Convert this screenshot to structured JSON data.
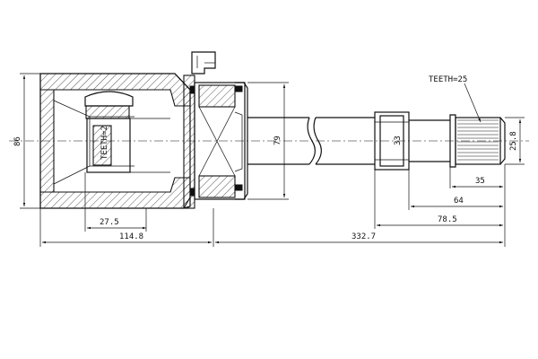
{
  "dimensions": {
    "overall_length": "332.7",
    "housing_length": "114.8",
    "housing_inner_depth": "27.5",
    "housing_diameter": "86",
    "shaft_diameter": "79",
    "collar_diameter": "33",
    "spline_diameter": "25.8",
    "spline_length": "35",
    "stub_length": "64",
    "stub_total": "78.5"
  },
  "labels": {
    "outer_teeth": "TEETH=25",
    "inner_teeth": "TEETH=2"
  }
}
